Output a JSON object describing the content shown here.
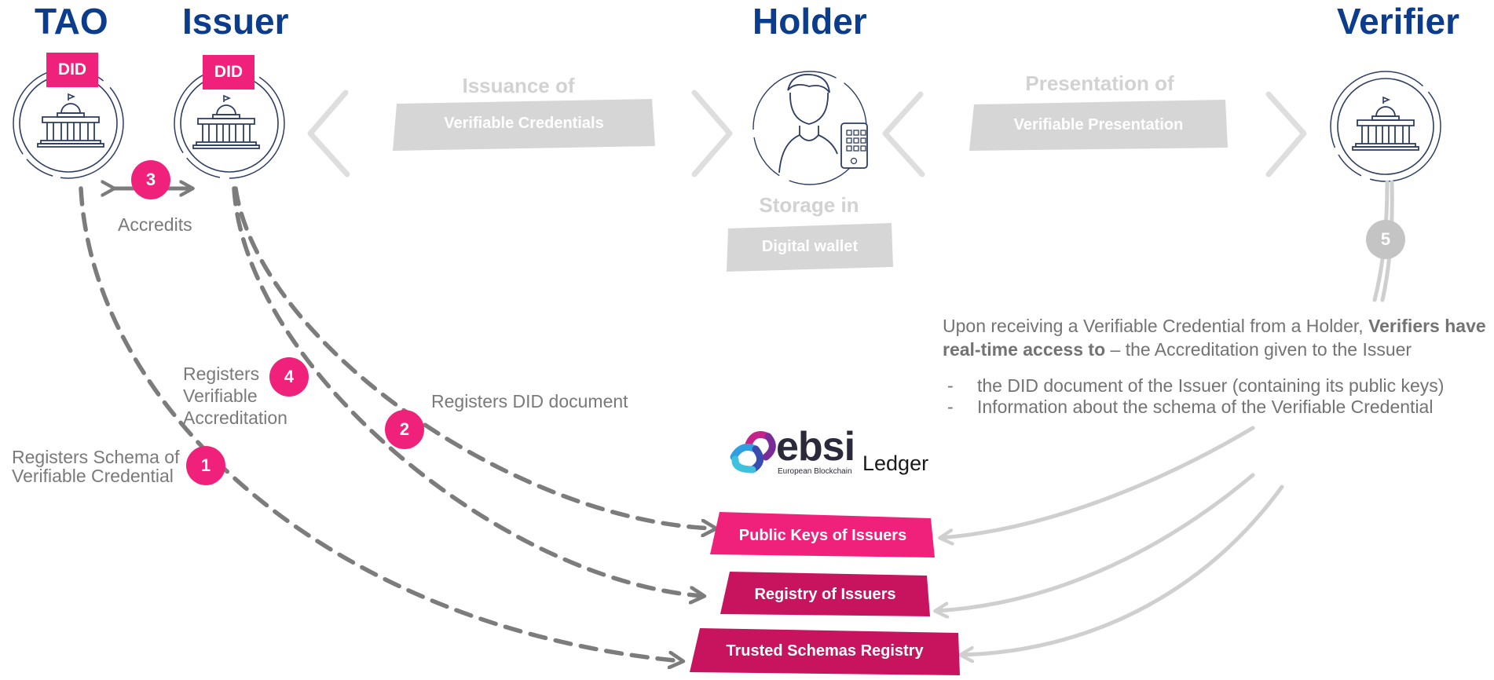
{
  "actors": {
    "tao": "TAO",
    "issuer": "Issuer",
    "holder": "Holder",
    "verifier": "Verifier"
  },
  "did_tags": {
    "tao": "DID",
    "issuer": "DID"
  },
  "flow": {
    "issuance_line1": "Issuance of",
    "issuance_line2": "Verifiable Credentials",
    "storage_line1": "Storage in",
    "storage_line2": "Digital wallet",
    "presentation_line1": "Presentation of",
    "presentation_line2": "Verifiable Presentation"
  },
  "steps": [
    {
      "number": "1",
      "label_line1": "Registers Schema of",
      "label_line2": "Verifiable Credential"
    },
    {
      "number": "2",
      "label": "Registers DID  document"
    },
    {
      "number": "3",
      "label": "Accredits"
    },
    {
      "number": "4",
      "label_line1": "Registers",
      "label_line2": "Verifiable",
      "label_line3": "Accreditation"
    },
    {
      "number": "5"
    }
  ],
  "verifier_note": {
    "intro": "Upon receiving a Verifiable  Credential from a Holder, ",
    "bold": "Verifiers have real-time access to",
    "after": " – the  Accreditation given to the Issuer",
    "bullets": [
      {
        "dash": "-",
        "text": "the DID document of the Issuer  (containing its public keys)"
      },
      {
        "dash": "-",
        "text": "Information about the schema of  the Verifiable Credential"
      }
    ]
  },
  "ledger": {
    "logo_text": "ebsi",
    "logo_subtitle": "European Blockchain",
    "label": "Ledger",
    "registries": [
      "Public Keys of Issuers",
      "Registry of Issuers",
      "Trusted Schemas Registry"
    ]
  },
  "colors": {
    "actor_blue": "#0c3c8c",
    "pink": "#f0217b",
    "magenta": "#c8145e",
    "dashed_arrow": "#7c7c7c",
    "faded_grey": "#d2d2d2",
    "icon_navy": "#2e3d62"
  },
  "icons": [
    "government-building-icon",
    "person-with-phone-icon",
    "chevron-left-icon",
    "chevron-right-icon"
  ]
}
